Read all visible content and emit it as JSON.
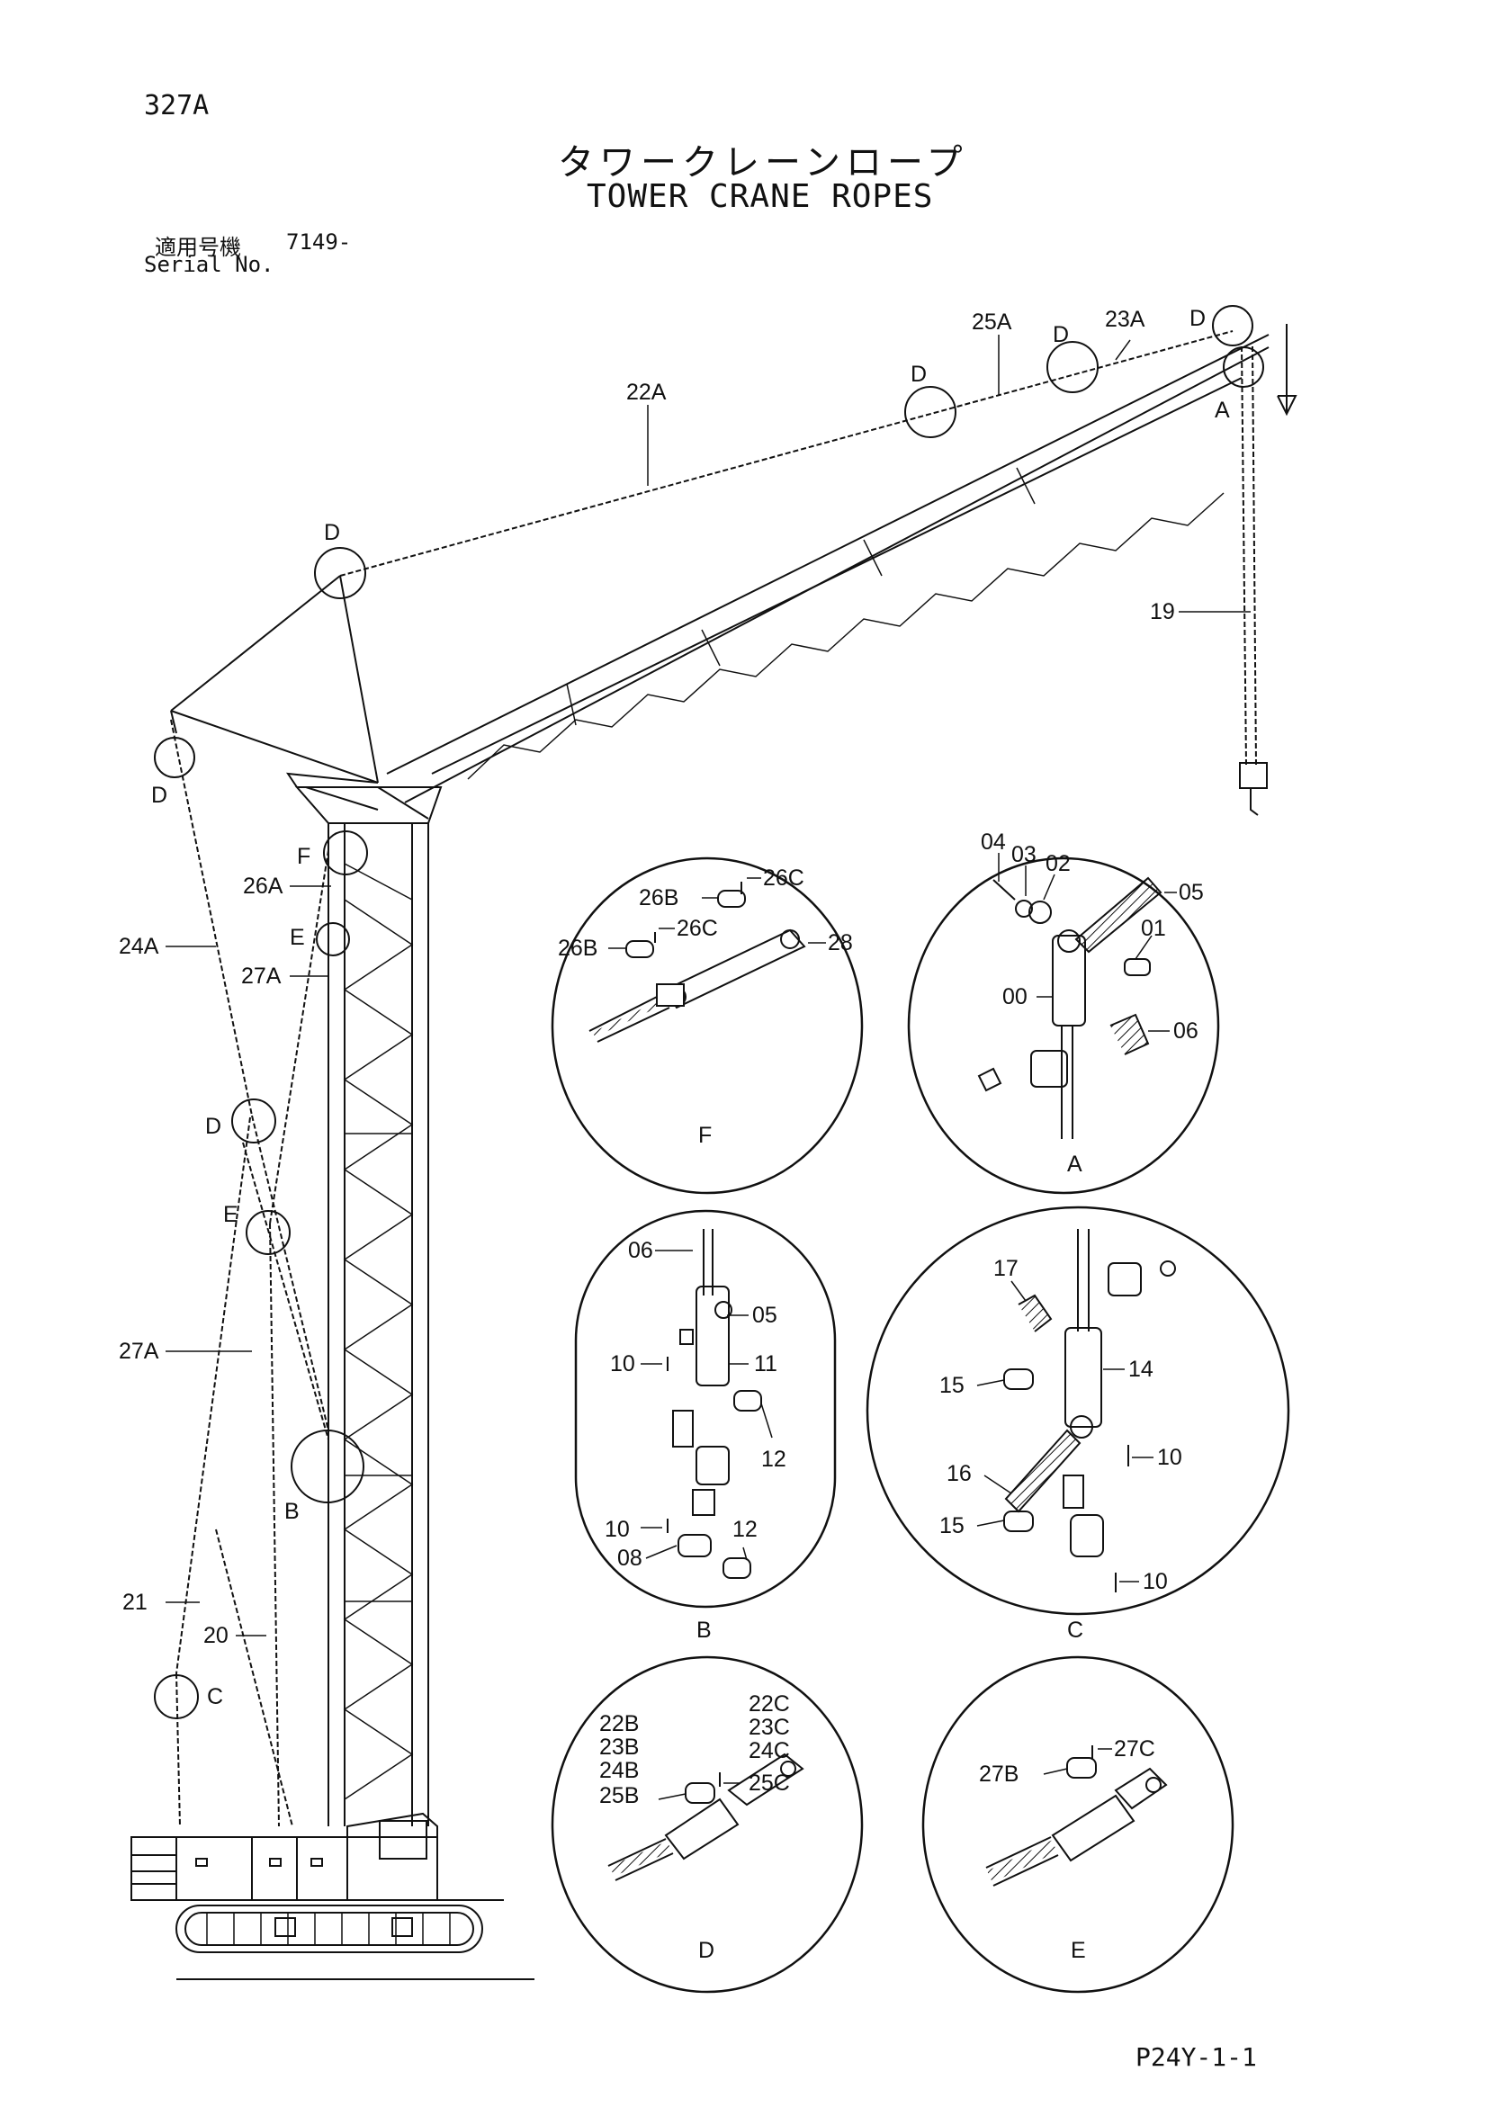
{
  "header": {
    "page_number": "327A",
    "title_jp": "タワークレーンロープ",
    "title_en": "TOWER CRANE ROPES",
    "serial_label_jp": "適用号機",
    "serial_number": "7149-",
    "serial_label_en": "Serial No."
  },
  "main_callouts": {
    "c22A": "22A",
    "c25A": "25A",
    "c23A": "23A",
    "c19": "19",
    "c26A": "26A",
    "c24A": "24A",
    "c27A_top": "27A",
    "c27A_mid": "27A",
    "c21": "21",
    "c20": "20"
  },
  "detail_markers": {
    "A": "A",
    "B": "B",
    "C": "C",
    "D": "D",
    "E": "E",
    "F": "F"
  },
  "detail_F": {
    "label": "F",
    "p26C_a": "26C",
    "p26B_a": "26B",
    "p26C_b": "26C",
    "p26B_b": "26B",
    "p28": "28"
  },
  "detail_A": {
    "label": "A",
    "p04": "04",
    "p03": "03",
    "p02": "02",
    "p05": "05",
    "p01": "01",
    "p00": "00",
    "p06": "06"
  },
  "detail_B": {
    "label": "B",
    "p06": "06",
    "p05": "05",
    "p10_a": "10",
    "p11": "11",
    "p12_a": "12",
    "p10_b": "10",
    "p12_b": "12",
    "p08": "08"
  },
  "detail_C": {
    "label": "C",
    "p17": "17",
    "p14": "14",
    "p15_a": "15",
    "p10_a": "10",
    "p16": "16",
    "p15_b": "15",
    "p10_b": "10"
  },
  "detail_D": {
    "label": "D",
    "p22B": "22B",
    "p23B": "23B",
    "p24B": "24B",
    "p25B": "25B",
    "p22C": "22C",
    "p23C": "23C",
    "p24C": "24C",
    "p25C": "25C"
  },
  "detail_E": {
    "label": "E",
    "p27B": "27B",
    "p27C": "27C"
  },
  "footer": {
    "page_code": "P24Y-1-1"
  },
  "colors": {
    "ink": "#111111",
    "paper": "#ffffff"
  }
}
